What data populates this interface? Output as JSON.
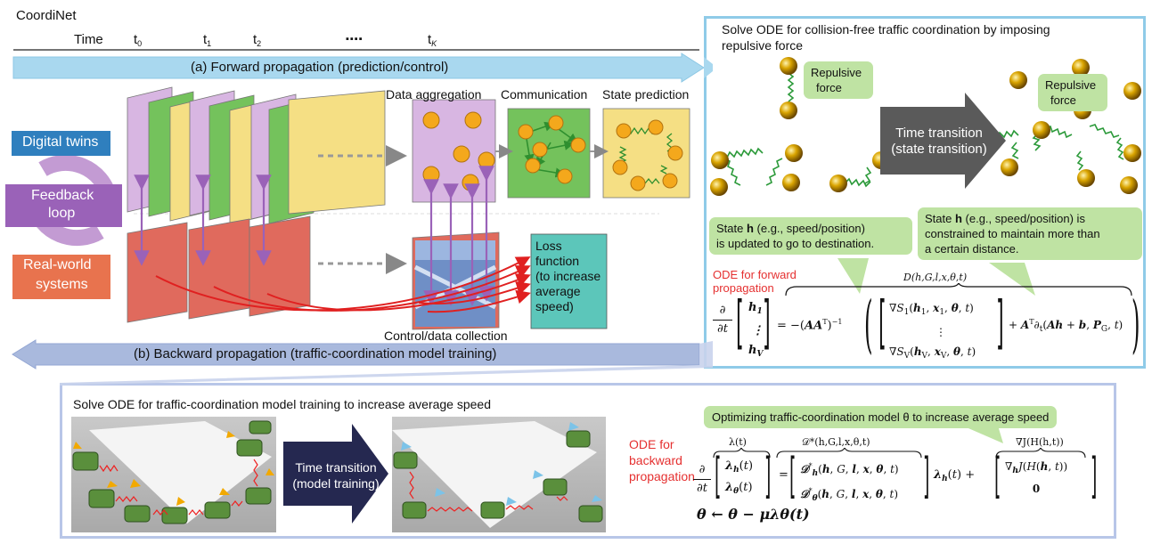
{
  "title": "CoordiNet",
  "time": {
    "label": "Time",
    "ticks": [
      {
        "base": "t",
        "sub": "0"
      },
      {
        "base": "t",
        "sub": "1"
      },
      {
        "base": "t",
        "sub": "2"
      },
      {
        "base": "t",
        "sub": "K"
      }
    ],
    "ellipsis": "▪▪▪▪"
  },
  "forward_arrow_label": "(a) Forward propagation (prediction/control)",
  "backward_arrow_label": "(b) Backward propagation (traffic-coordination model training)",
  "loop": {
    "digital_twins": "Digital twins",
    "feedback_line1": "Feedback",
    "feedback_line2": "loop",
    "real_world_line1": "Real-world",
    "real_world_line2": "systems"
  },
  "stages": {
    "aggregation": "Data aggregation",
    "communication": "Communication",
    "state_prediction": "State prediction",
    "control_collection": "Control/data collection"
  },
  "loss_box": [
    "Loss",
    "function",
    "(to increase",
    "average",
    "speed)"
  ],
  "forward_panel": {
    "heading_line1": "Solve ODE for collision-free traffic coordination by imposing",
    "heading_line2": "repulsive force",
    "repulsive_left_line1": "Repulsive",
    "repulsive_left_line2": "force",
    "repulsive_right_line1": "Repulsive",
    "repulsive_right_line2": "force",
    "transition_line1": "Time transition",
    "transition_line2": "(state transition)",
    "callout_left_line1_pre": "State ",
    "callout_left_bold": "h",
    "callout_left_line1_post": " (e.g., speed/position)",
    "callout_left_line2": "is updated to go to destination.",
    "callout_right_line1_pre": "State ",
    "callout_right_bold": "h",
    "callout_right_line1_post": " (e.g., speed/position) is",
    "callout_right_line2": "constrained to maintain more than",
    "callout_right_line3": "a certain distance.",
    "ode_label_line1": "ODE for forward",
    "ode_label_line2": "propagation",
    "brace_label": "D(h,G,l,x,θ,t)"
  },
  "backward_panel": {
    "heading": "Solve ODE for traffic-coordination model training to increase average speed",
    "transition_line1": "Time transition",
    "transition_line2": "(model training)",
    "ode_label_line1": "ODE for",
    "ode_label_line2": "backward",
    "ode_label_line3": "propagation",
    "callout": "Optimizing traffic-coordination model  θ  to increase average speed",
    "brace_lambda": "λ(t)",
    "brace_D": "𝒟*(h,G,l,x,θ,t)",
    "brace_J": "∇J(H(h,t))",
    "update_rule": "θ ← θ − μλθ(t)"
  },
  "colors": {
    "forward_arrow": "#a9d8ef",
    "backward_arrow": "#a9b9dd",
    "panel_border": "#8fcbe8",
    "lower_panel_border": "#b8c6e8",
    "purple": "#9a62b8",
    "green": "#6ebd57",
    "yellow": "#f5df84",
    "red_layer": "#e06a5d",
    "teal": "#5cc6ba",
    "digital_twins": "#2f7fbe",
    "real_world": "#e8734e",
    "dark_arrow": "#5a5a5a",
    "navy_arrow": "#252850",
    "red_text": "#e53030"
  }
}
